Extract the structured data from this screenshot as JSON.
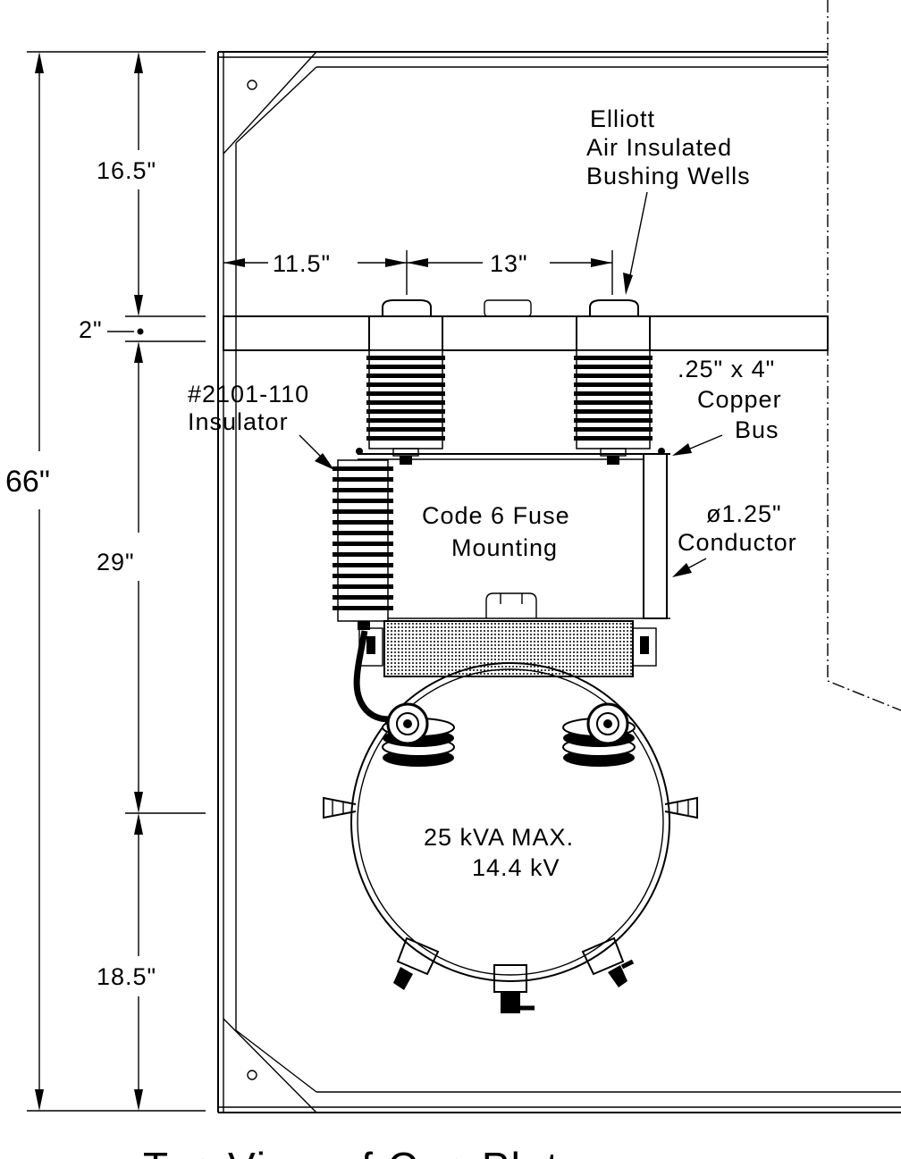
{
  "dimensions": {
    "total_height": "66\"",
    "top_section": "16.5\"",
    "bus_height": "2\"",
    "middle_section": "29\"",
    "bottom_section": "18.5\"",
    "left_offset": "11.5\"",
    "bushing_spacing": "13\""
  },
  "labels": {
    "bushing_wells": [
      "Elliott",
      "Air Insulated",
      "Bushing Wells"
    ],
    "insulator": [
      "#2101-110",
      "Insulator"
    ],
    "copper_bus": [
      ".25\" x 4\"",
      "Copper",
      "Bus"
    ],
    "conductor": [
      "ø1.25\"",
      "Conductor"
    ],
    "fuse_mounting": [
      "Code 6 Fuse",
      "Mounting"
    ],
    "transformer": [
      "25 kVA MAX.",
      "14.4 kV"
    ]
  },
  "title": "Top View of Cap Plate"
}
